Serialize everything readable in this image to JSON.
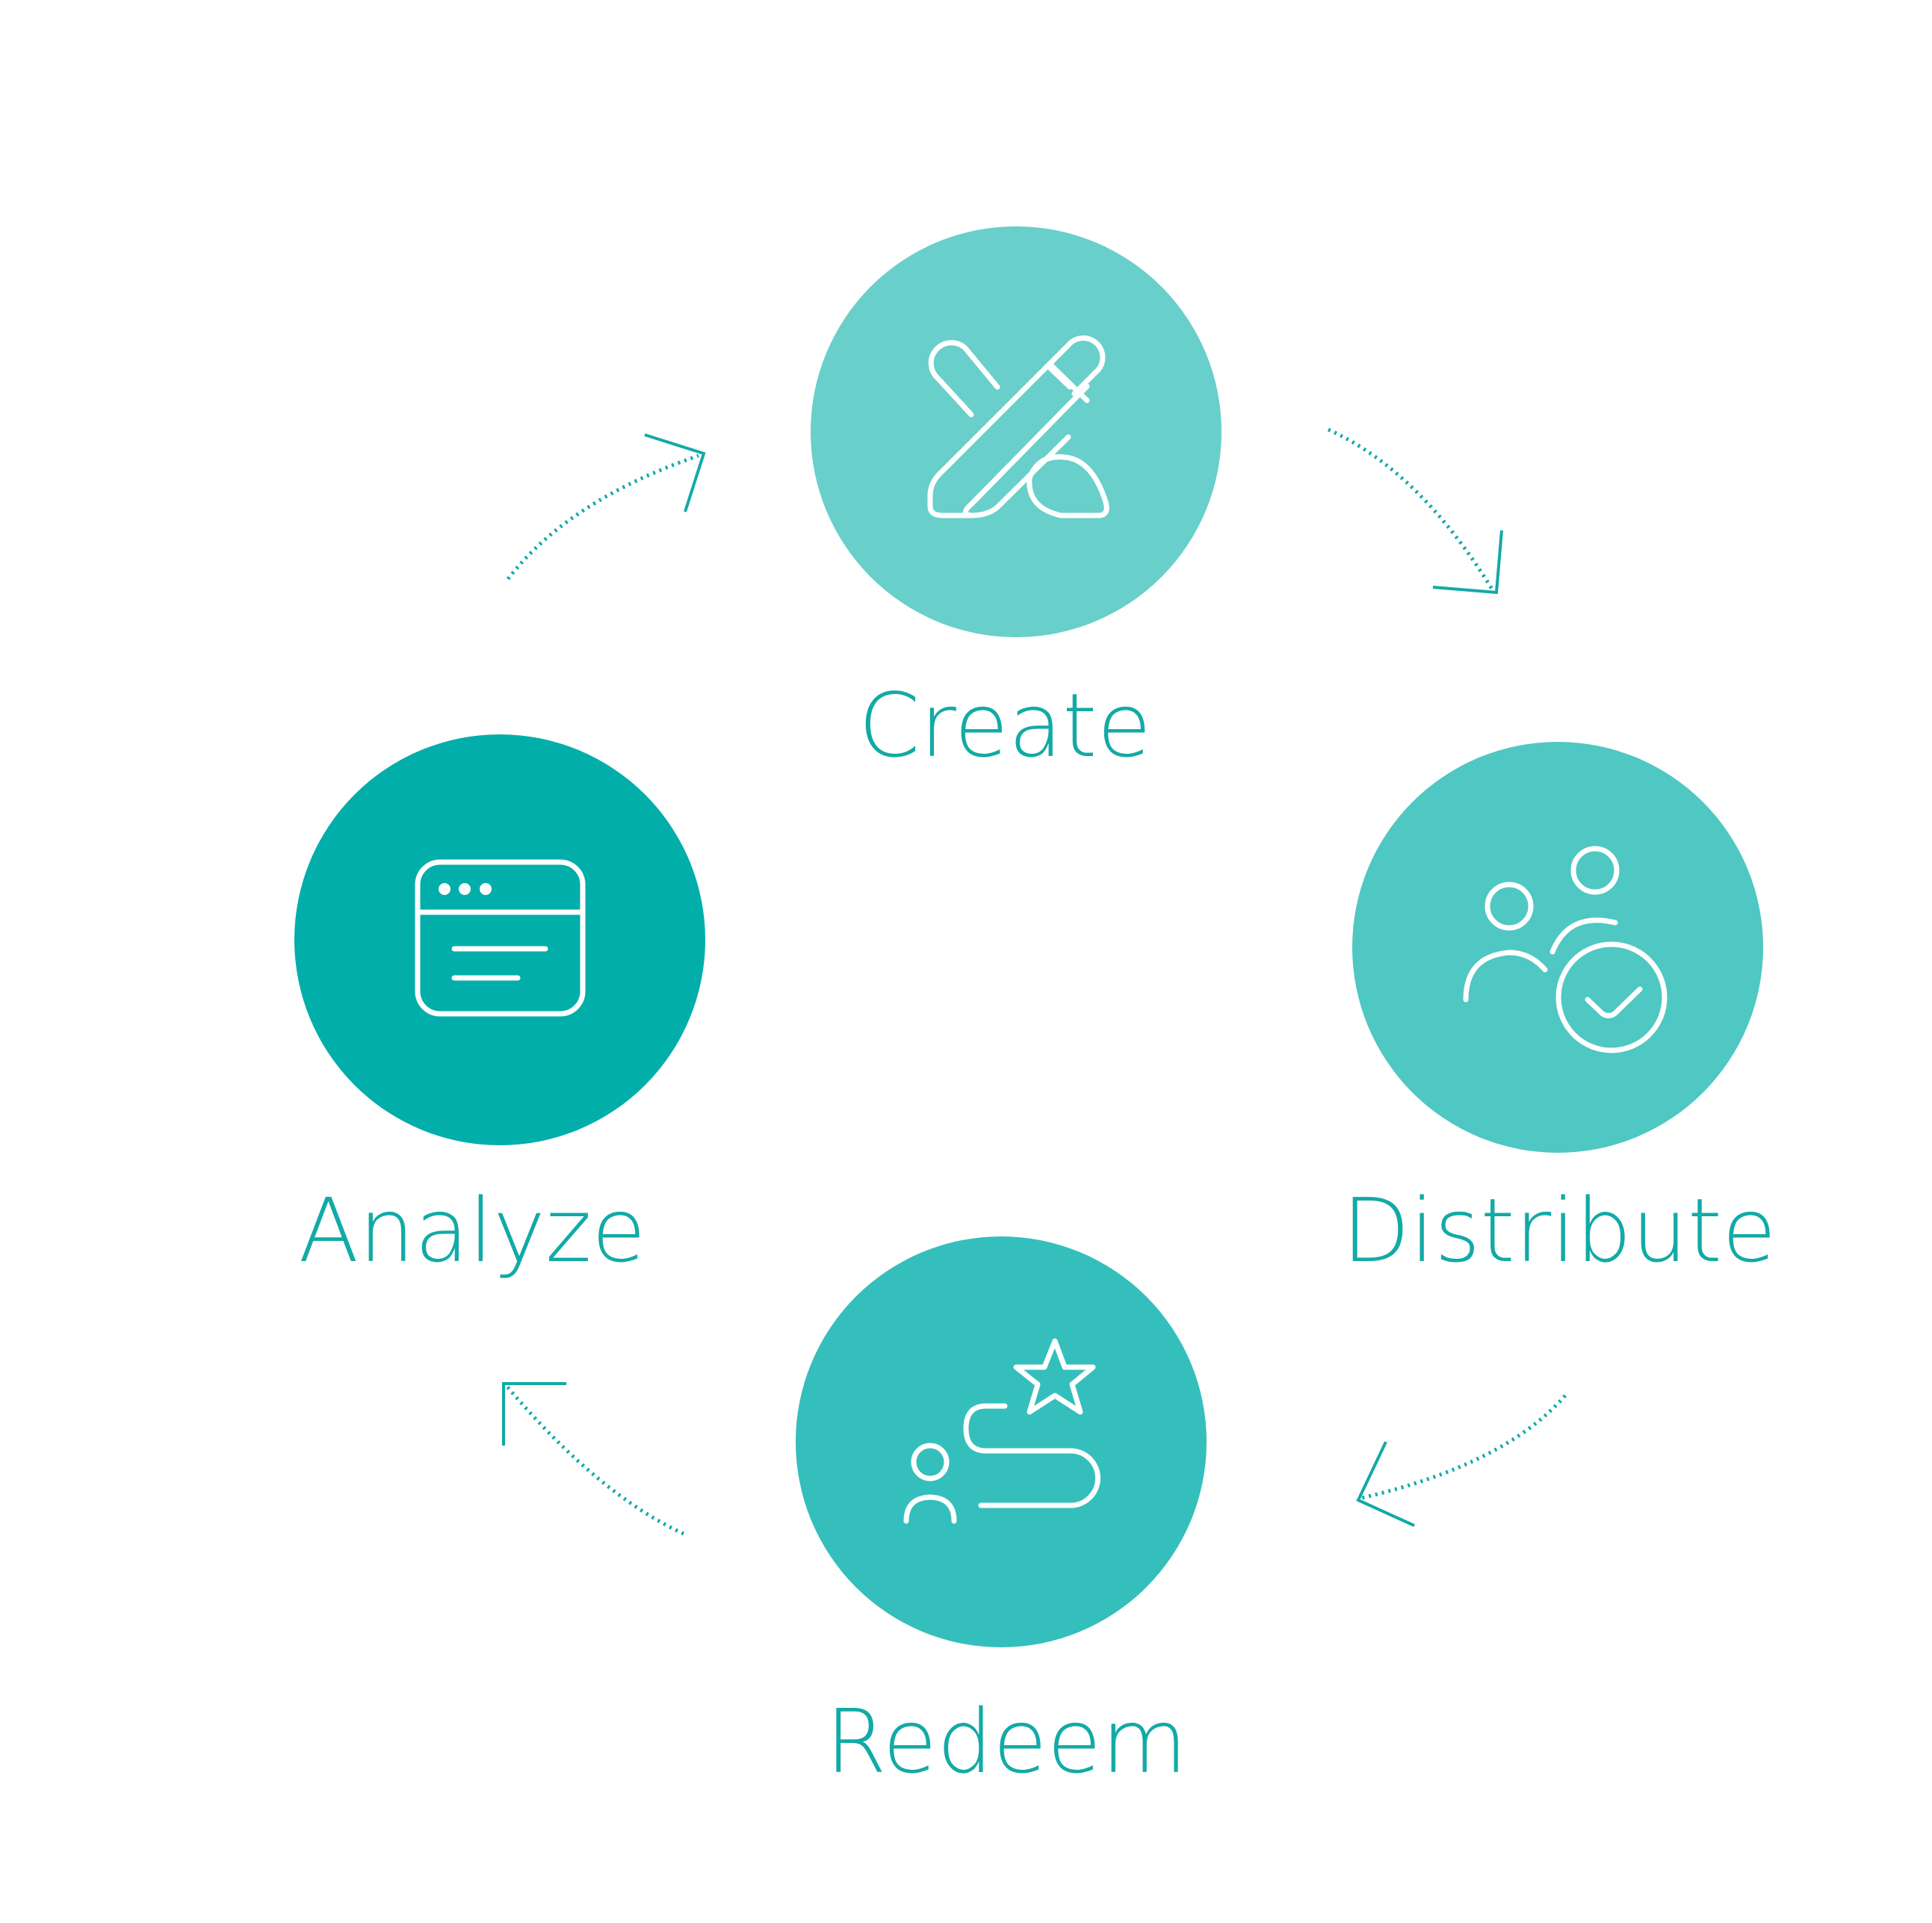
{
  "stages": [
    {
      "key": "create",
      "label": "Create",
      "icon": "pencil-ruler-icon",
      "color": "#69cfcb"
    },
    {
      "key": "distribute",
      "label": "Distribute",
      "icon": "users-check-icon",
      "color": "#4fc7c3"
    },
    {
      "key": "redeem",
      "label": "Redeem",
      "icon": "journey-star-icon",
      "color": "#34bfbc"
    },
    {
      "key": "analyze",
      "label": "Analyze",
      "icon": "browser-window-icon",
      "color": "#02aeaa"
    }
  ],
  "colors": {
    "text": "#12aaa6",
    "arrow": "#12aaa6",
    "icon": "#ffffff",
    "background": "#ffffff"
  }
}
